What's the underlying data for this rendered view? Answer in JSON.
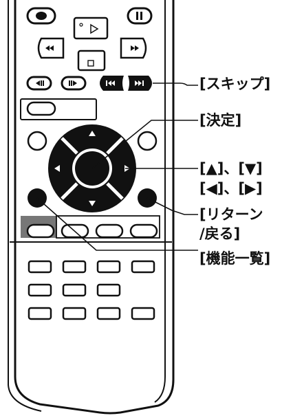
{
  "remote": {
    "record_icon": "record-icon",
    "play_icon": "play-triangle-icon",
    "pause_icon": "pause-icon",
    "rewind_icon": "rewind-icon",
    "fastforward_icon": "fast-forward-icon",
    "stop_icon": "stop-square-icon",
    "frame_back_icon": "frame-back-icon",
    "frame_forward_icon": "frame-forward-icon",
    "skip_back_icon": "skip-back-icon",
    "skip_forward_icon": "skip-forward-icon"
  },
  "callouts": {
    "skip": "[スキップ]",
    "enter": "[決定]",
    "arrows_line1": "[▲]、[▼]",
    "arrows_line2": "[◀]、[▶]",
    "return_line1": "[リターン",
    "return_line2": "/戻る]",
    "function_list": "[機能一覧]"
  },
  "colors": {
    "body": "#ffffff",
    "ink": "#111111",
    "dark_fill": "#111111",
    "grey_fill": "#777777",
    "light_grey": "#dddddd"
  }
}
